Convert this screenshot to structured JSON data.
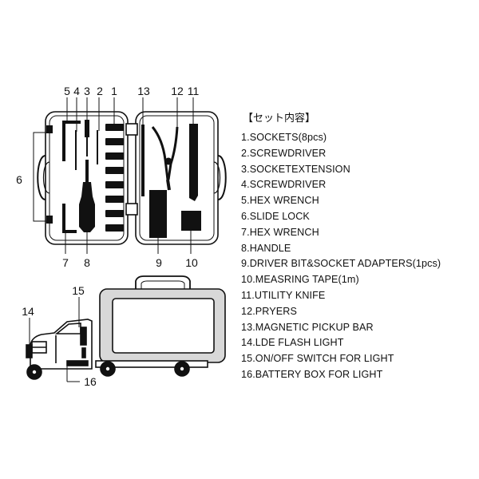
{
  "callouts": {
    "n1": "1",
    "n2": "2",
    "n3": "3",
    "n4": "4",
    "n5": "5",
    "n6": "6",
    "n7": "7",
    "n8": "8",
    "n9": "9",
    "n10": "10",
    "n11": "11",
    "n12": "12",
    "n13": "13",
    "n14": "14",
    "n15": "15",
    "n16": "16"
  },
  "legend": {
    "title": "【セット内容】",
    "items": [
      "1.SOCKETS(8pcs)",
      "2.SCREWDRIVER",
      "3.SOCKETEXTENSION",
      "4.SCREWDRIVER",
      "5.HEX WRENCH",
      "6.SLIDE LOCK",
      "7.HEX WRENCH",
      "8.HANDLE",
      "9.DRIVER BIT&SOCKET ADAPTERS(1pcs)",
      "10.MEASRING TAPE(1m)",
      "11.UTILITY KNIFE",
      "12.PRYERS",
      "13.MAGNETIC PICKUP BAR",
      "14.LDE FLASH LIGHT",
      "15.ON/OFF SWITCH FOR LIGHT",
      "16.BATTERY BOX FOR LIGHT"
    ]
  }
}
